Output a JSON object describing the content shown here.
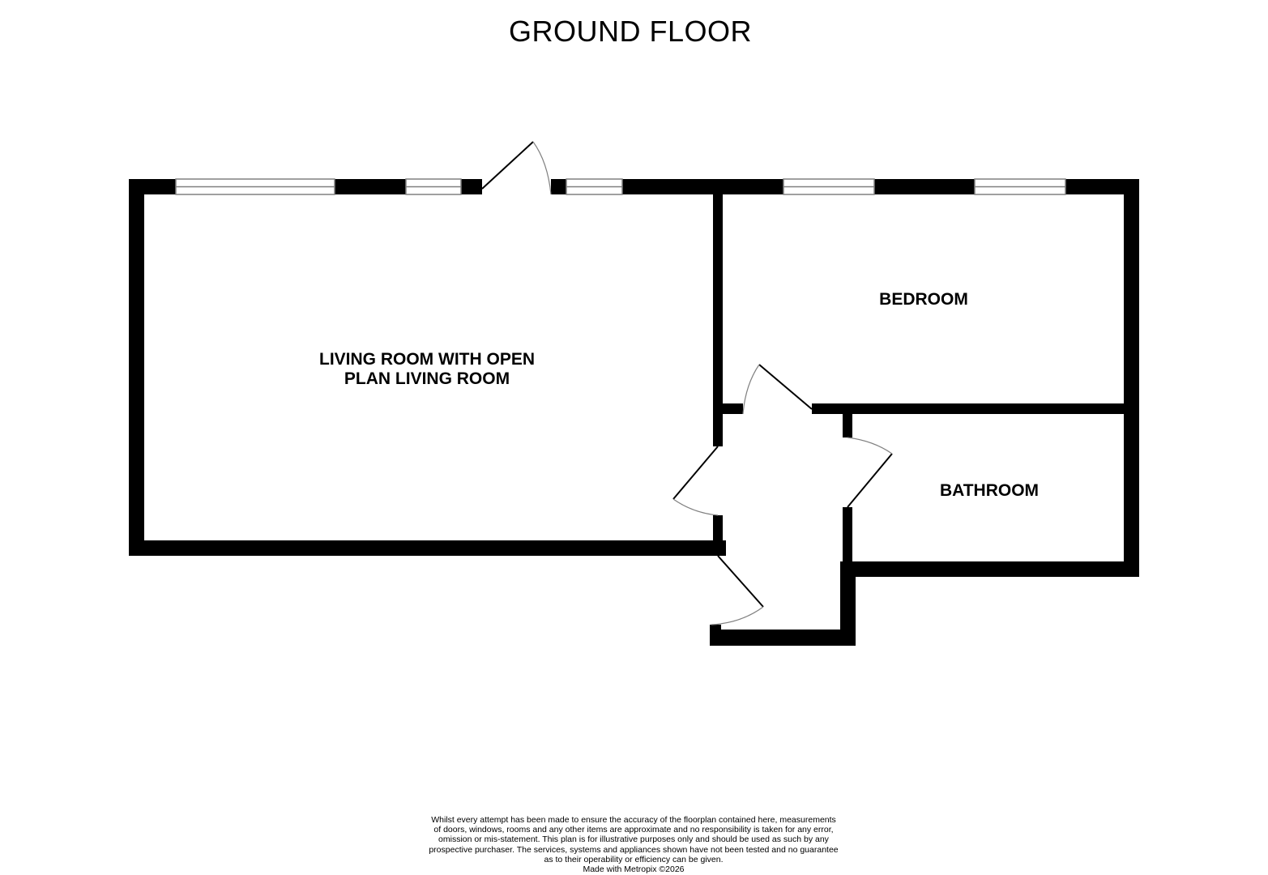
{
  "floor": {
    "title": "GROUND FLOOR",
    "wall_color": "#000000",
    "window_line_color": "#808080",
    "door_arc_color": "#808080"
  },
  "rooms": [
    {
      "id": "living",
      "label_line1": "LIVING ROOM WITH OPEN",
      "label_line2": "PLAN LIVING ROOM"
    },
    {
      "id": "bedroom",
      "label_line1": "BEDROOM"
    },
    {
      "id": "bathroom",
      "label_line1": "BATHROOM"
    }
  ],
  "footer": {
    "disclaimer_lines": [
      "Whilst every attempt has been made to ensure the accuracy of the floorplan contained here, measurements",
      "of doors, windows, rooms and any other items are approximate and no responsibility is taken for any error,",
      "omission or mis-statement. This plan is for illustrative purposes only and should be used as such by any",
      "prospective purchaser. The services, systems and appliances shown have not been tested and no guarantee",
      "as to their operability or efficiency can be given."
    ],
    "credit": "Made with Metropix ©2026"
  }
}
